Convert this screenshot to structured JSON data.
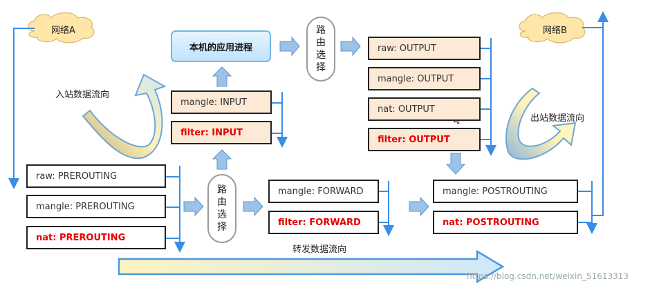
{
  "networks": {
    "a": "网络A",
    "b": "网络B"
  },
  "app_process": "本机的应用进程",
  "route_select": [
    "路",
    "由",
    "选",
    "择"
  ],
  "flows": {
    "inbound": "入站数据流向",
    "outbound": "出站数据流向",
    "forward": "转发数据流向"
  },
  "chains": {
    "prerouting": [
      "raw: PREROUTING",
      "mangle: PREROUTING",
      "nat: PREROUTING"
    ],
    "input": [
      "mangle: INPUT",
      "filter: INPUT"
    ],
    "output": [
      "raw: OUTPUT",
      "mangle: OUTPUT",
      "nat: OUTPUT",
      "filter: OUTPUT"
    ],
    "forward": [
      "mangle: FORWARD",
      "filter: FORWARD"
    ],
    "postrouting": [
      "mangle: POSTROUTING",
      "nat: POSTROUTING"
    ]
  },
  "watermark": "https://blog.csdn.net/weixin_51613313",
  "colors": {
    "line": "#3a8de6",
    "arrow": "#7fb0e0",
    "highlight": "#e60000",
    "peach": "#fce9d6",
    "cloud": "#fde6a8"
  }
}
